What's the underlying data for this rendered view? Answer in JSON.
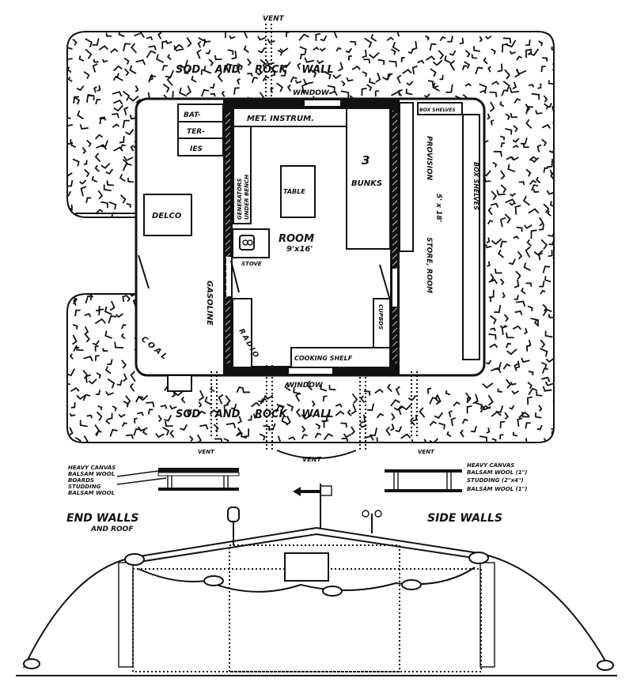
{
  "plan": {
    "vent_top": "VENT",
    "sod_wall_top": "SOD AND ROCK WALL",
    "sod_wall_bottom": "SOD AND ROCK WALL",
    "window_top": "WINDOW",
    "window_bottom": "WINDOW",
    "batteries": [
      "BAT-",
      "TER-",
      "IES"
    ],
    "met_instrum": "MET. INSTRUM.",
    "generators": "GENERATORS",
    "under_bench": "UNDER BENCH",
    "table": "TABLE",
    "bunks_count": "3",
    "bunks": "BUNKS",
    "delco": "DELCO",
    "stove": "STOVE",
    "room": "ROOM",
    "room_size": "9'x16'",
    "gasoline": "GASOLINE",
    "coal": "COAL",
    "radio": "RADIO",
    "cooking_shelf": "COOKING SHELF",
    "cupbds": "CUPBDS",
    "box_shelves_top": "BOX SHELVES",
    "provision": "PROVISION",
    "store_room": "STORE, ROOM",
    "provision_size": "5' x 18'",
    "box_shelves_side": "BOX SHELVES",
    "vent_left": "VENT",
    "vent_center": "VENT",
    "vent_right": "VENT"
  },
  "sections": {
    "end_walls": {
      "title": "END WALLS",
      "subtitle": "AND ROOF",
      "layers": [
        "HEAVY CANVAS",
        "BALSAM WOOL",
        "BOARDS",
        "STUDDING",
        "BALSAM WOOL"
      ]
    },
    "side_walls": {
      "title": "SIDE WALLS",
      "layers": [
        "HEAVY CANVAS",
        "BALSAM WOOL (1\")",
        "STUDDING (2\"x4\")",
        "BALSAM WOOL (1\")"
      ]
    }
  }
}
